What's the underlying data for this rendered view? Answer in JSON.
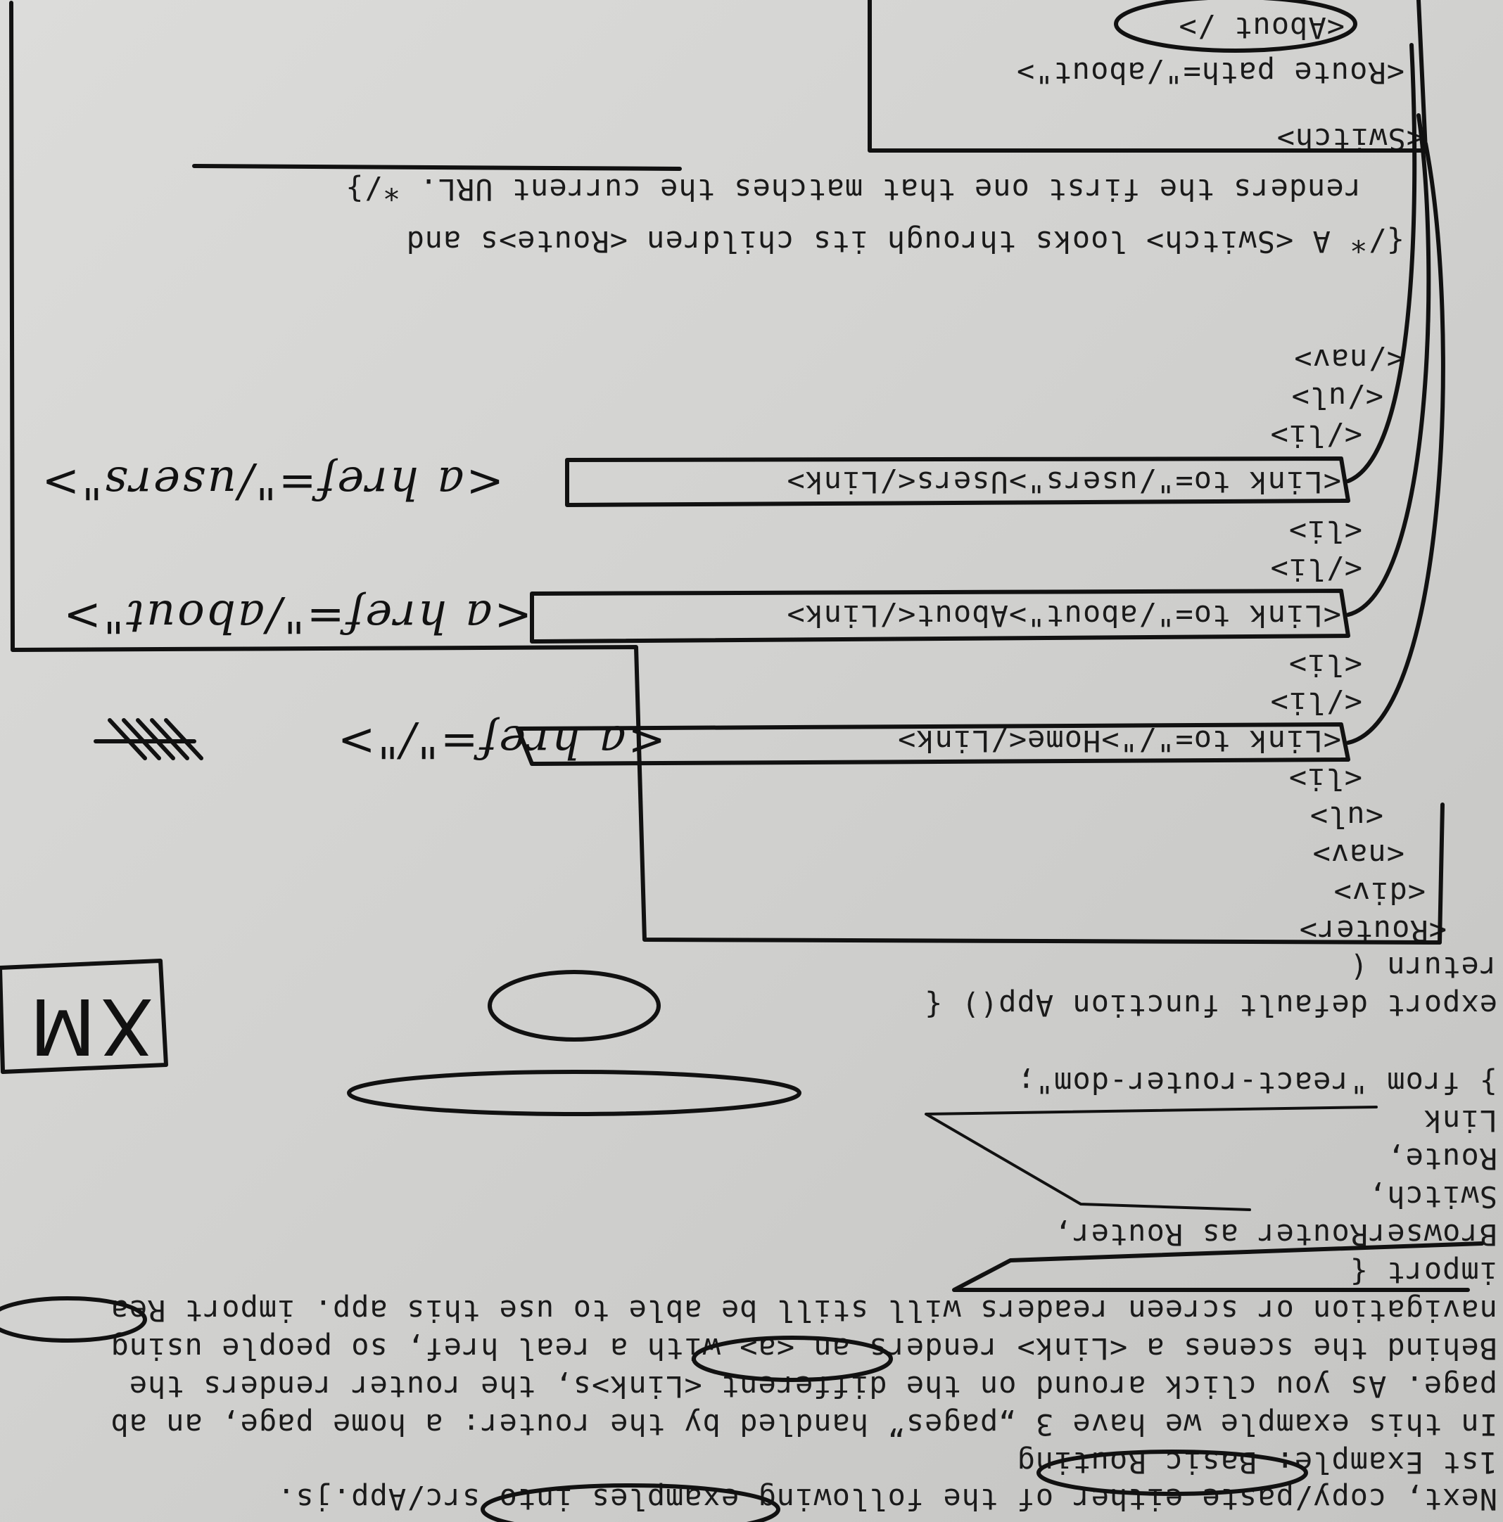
{
  "intro": {
    "line1": "Next, copy/paste either of the following examples into src/App.js.",
    "line2": "1st Example: Basic Routing",
    "line3": "In this example we have 3 „pages” handled by the router: a home page, an ab",
    "line4": "page. As you click around on the different <Link>s, the router renders the",
    "line5": "Behind the scenes a <Link> renders an <a> with a real href, so people using",
    "line6": "navigation or screen readers will still be able to use this app. import Rea"
  },
  "imports": {
    "import_kw": "import {",
    "browser_router": "BrowserRouter as Router,",
    "switch": "Switch,",
    "route": "Route,",
    "link": "Link",
    "from_line": "} from \"react-router-dom\";"
  },
  "app": {
    "export_line": "export default function App() {",
    "return_line": "return (",
    "router_open": "<Router>",
    "div_open": "<div>",
    "nav_open": "<nav>",
    "ul_open": "<ul>",
    "li1_open": "<li>",
    "link_home": "<Link to=\"/\">Home</Link>",
    "li1_close": "</li>",
    "li2_open": "<li>",
    "link_about": "<Link to=\"/about\">About</Link>",
    "li2_close": "</li>",
    "li3_open": "<li>",
    "link_users": "<Link to=\"/users\">Users</Link>",
    "li3_close": "</li>",
    "ul_close": "</ul>",
    "nav_close": "</nav>",
    "comment1": "{/* A <Switch> looks through its children <Route>s and",
    "comment2": "renders the first one that matches the current URL. */}",
    "switch_open": "<Switch>",
    "route_about": "<Route path=\"/about\">",
    "about_comp": "<About />"
  },
  "annotations": {
    "boxed_label": "XM",
    "href_home": "<a href=\"/\">",
    "href_about": "<a href=\"/about\">",
    "href_users": "<a href=\"/users\">"
  }
}
